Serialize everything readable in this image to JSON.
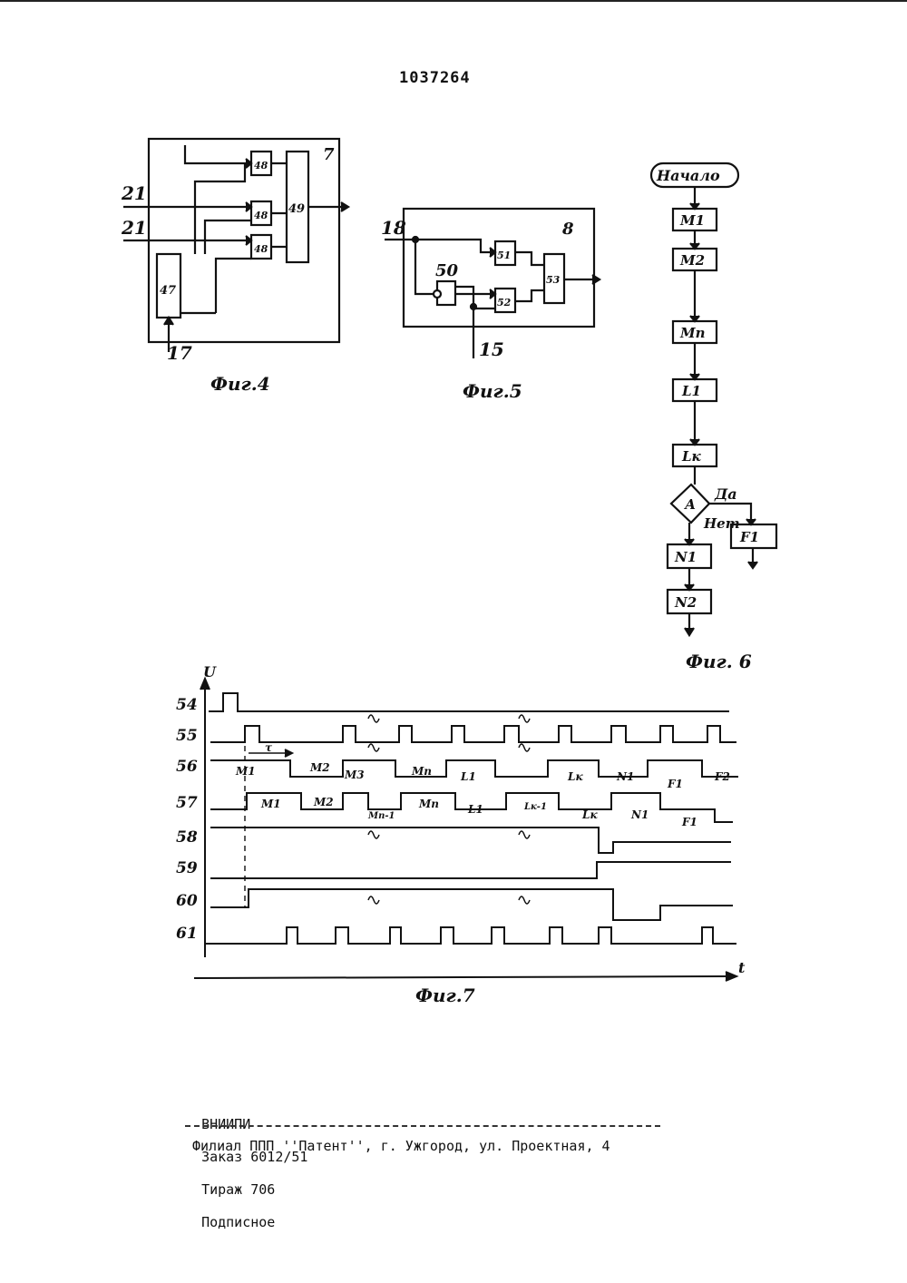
{
  "patent_number": "1037264",
  "fig4": {
    "caption": "Фиг.4",
    "block_number": "7",
    "block_47": "47",
    "block_48": "48",
    "block_49": "49",
    "input_21": "21",
    "input_17": "17"
  },
  "fig5": {
    "caption": "Фиг.5",
    "block_number": "8",
    "block_50": "50",
    "block_51": "51",
    "block_52": "52",
    "block_53": "53",
    "input_18": "18",
    "input_15": "15"
  },
  "fig6": {
    "caption": "Фиг. 6",
    "start": "Начало",
    "M1": "М1",
    "M2": "М2",
    "Mn": "Мп",
    "L1": "L1",
    "Lk": "Lк",
    "A": "А",
    "yes": "Да",
    "no": "Нет",
    "F1": "F1",
    "N1": "N1",
    "N2": "N2"
  },
  "fig7": {
    "caption": "Фиг.7",
    "u_axis": "U",
    "t_axis": "t",
    "tau": "τ",
    "signals": [
      "54",
      "55",
      "56",
      "57",
      "58",
      "59",
      "60",
      "61"
    ],
    "labels_56": [
      "M1",
      "M2",
      "M3",
      "Mn",
      "L1",
      "Lк",
      "N1",
      "F1",
      "F2"
    ],
    "labels_57": [
      "M1",
      "M2",
      "Mn-1",
      "Mn",
      "L1",
      "Lк-1",
      "Lк",
      "N1",
      "F1"
    ]
  },
  "footer": {
    "org": "ВНИИПИ",
    "order": "Заказ 6012/51",
    "print_run": "Тираж 706",
    "subscription": "Подписное",
    "branch": "Филиал ППП ''Патент'', г. Ужгород, ул. Проектная, 4"
  }
}
